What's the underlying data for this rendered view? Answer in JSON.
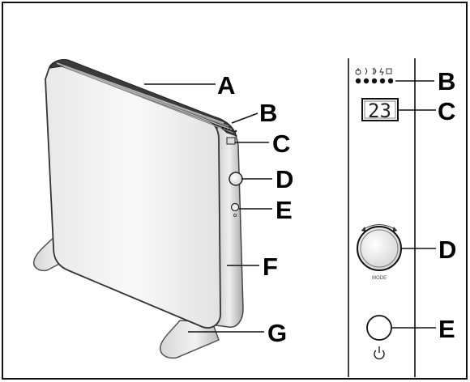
{
  "diagram": {
    "heater_callouts": [
      "A",
      "B",
      "C",
      "D",
      "E",
      "F",
      "G"
    ],
    "panel_callouts": [
      "B",
      "C",
      "D",
      "E"
    ],
    "panel": {
      "display_value": "23",
      "knob_label": "MODE",
      "indicator_count": 5,
      "power_symbol": "⏻"
    }
  }
}
